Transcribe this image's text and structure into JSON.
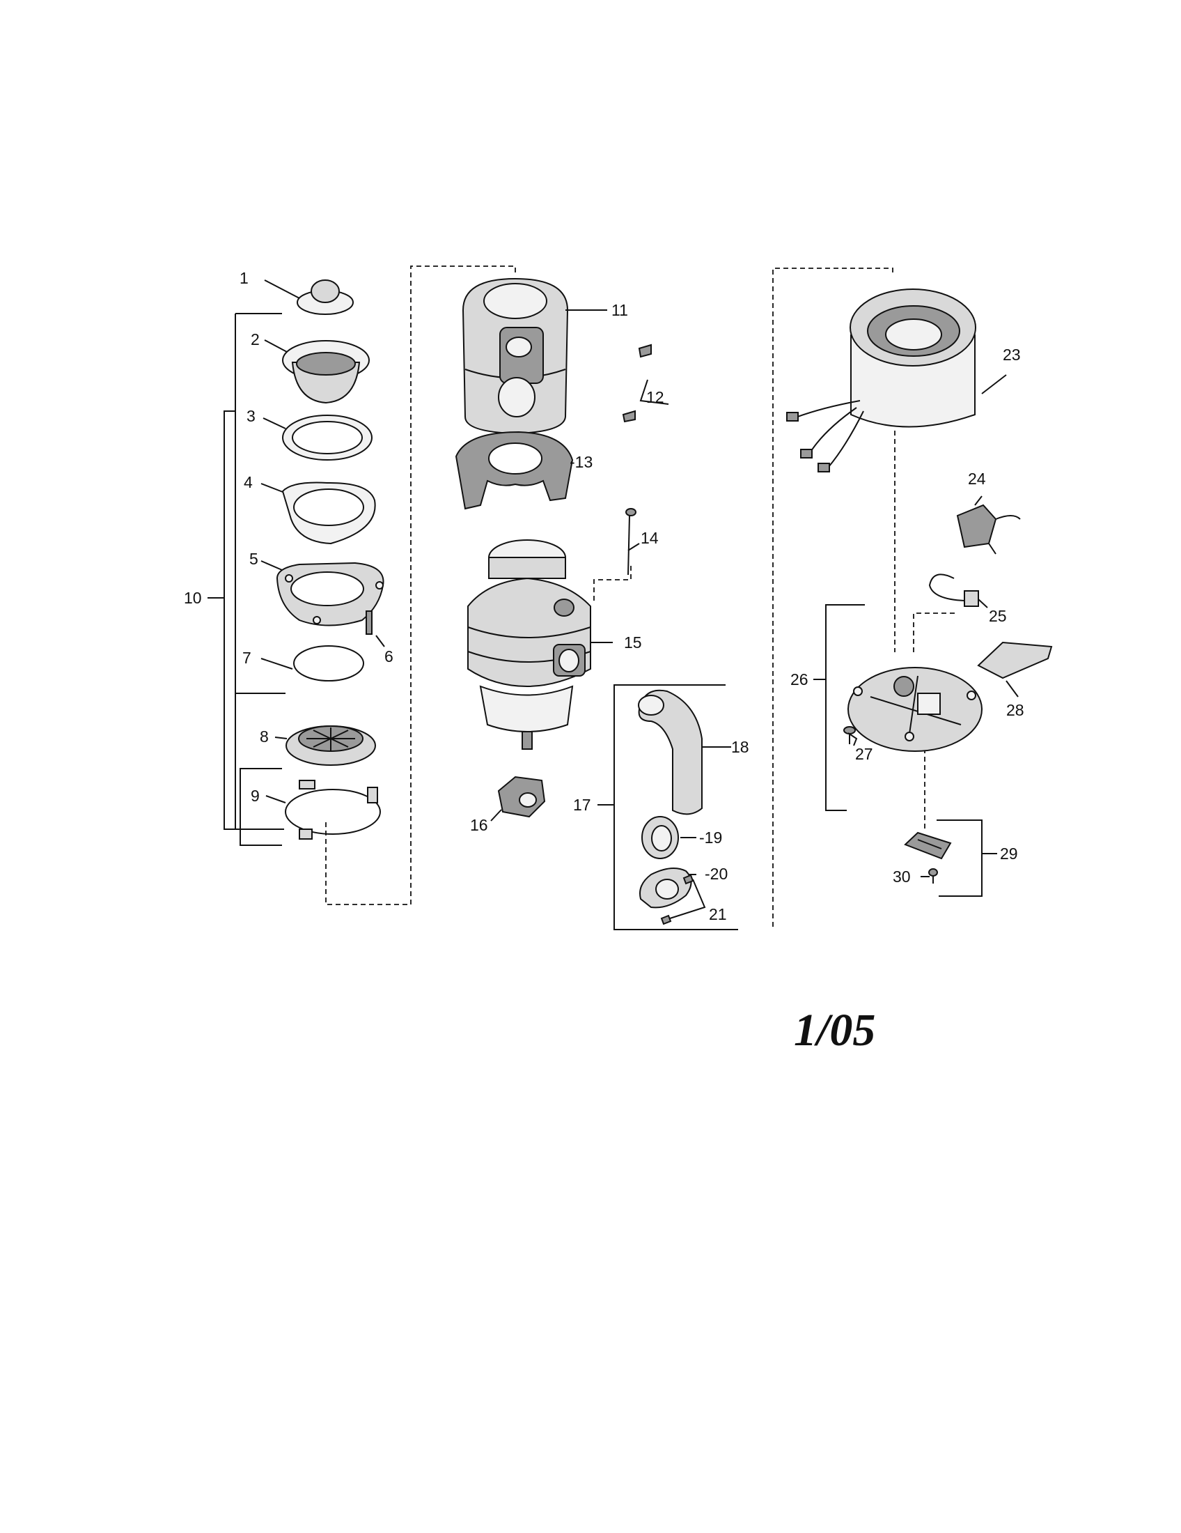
{
  "diagram": {
    "parts": [
      {
        "id": "p1",
        "label": "1"
      },
      {
        "id": "p2",
        "label": "2"
      },
      {
        "id": "p3",
        "label": "3"
      },
      {
        "id": "p4",
        "label": "4"
      },
      {
        "id": "p5",
        "label": "5"
      },
      {
        "id": "p6",
        "label": "6"
      },
      {
        "id": "p7",
        "label": "7"
      },
      {
        "id": "p8",
        "label": "8"
      },
      {
        "id": "p9",
        "label": "9"
      },
      {
        "id": "p10",
        "label": "10"
      },
      {
        "id": "p11",
        "label": "11"
      },
      {
        "id": "p12",
        "label": "12"
      },
      {
        "id": "p13",
        "label": "13"
      },
      {
        "id": "p14",
        "label": "14"
      },
      {
        "id": "p15",
        "label": "15"
      },
      {
        "id": "p16",
        "label": "16"
      },
      {
        "id": "p17",
        "label": "17"
      },
      {
        "id": "p18",
        "label": "18"
      },
      {
        "id": "p19",
        "label": "19"
      },
      {
        "id": "p20",
        "label": "20"
      },
      {
        "id": "p21",
        "label": "21"
      },
      {
        "id": "p23",
        "label": "23"
      },
      {
        "id": "p24",
        "label": "24"
      },
      {
        "id": "p25",
        "label": "25"
      },
      {
        "id": "p26",
        "label": "26"
      },
      {
        "id": "p27",
        "label": "27"
      },
      {
        "id": "p28",
        "label": "28"
      },
      {
        "id": "p29",
        "label": "29"
      },
      {
        "id": "p30",
        "label": "30"
      }
    ],
    "date_code": "1/05"
  }
}
